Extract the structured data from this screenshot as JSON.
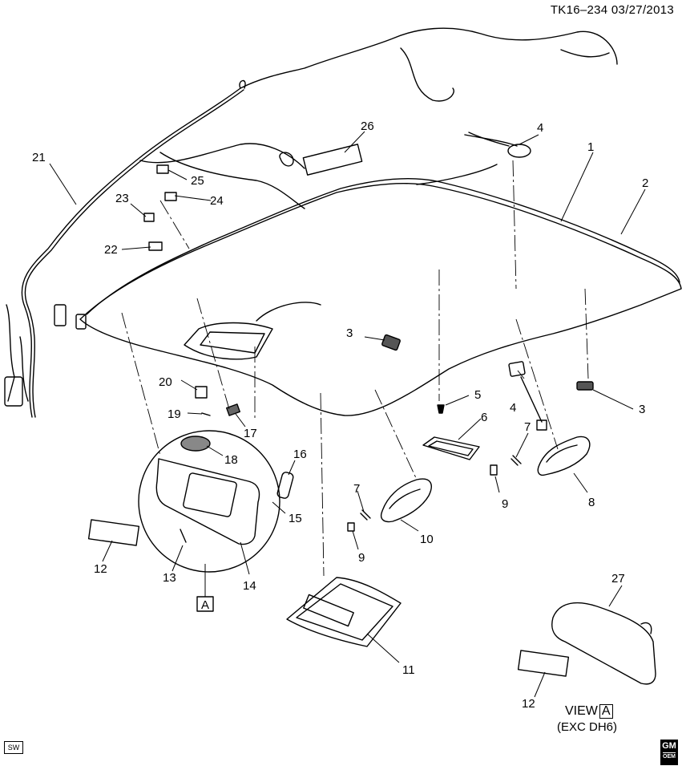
{
  "header": {
    "code": "TK16–234  03/27/2013"
  },
  "callouts": [
    "1",
    "2",
    "3",
    "3",
    "4",
    "4",
    "5",
    "6",
    "7",
    "7",
    "8",
    "9",
    "9",
    "10",
    "11",
    "12",
    "12",
    "13",
    "14",
    "15",
    "16",
    "17",
    "18",
    "19",
    "20",
    "21",
    "22",
    "23",
    "24",
    "25",
    "26",
    "27"
  ],
  "view_marker": "A",
  "view": {
    "label": "VIEW",
    "letter": "A",
    "note": "(EXC DH6)"
  },
  "badges": {
    "sw": "SW",
    "gm": "GM",
    "gm_sub": "OEM"
  }
}
